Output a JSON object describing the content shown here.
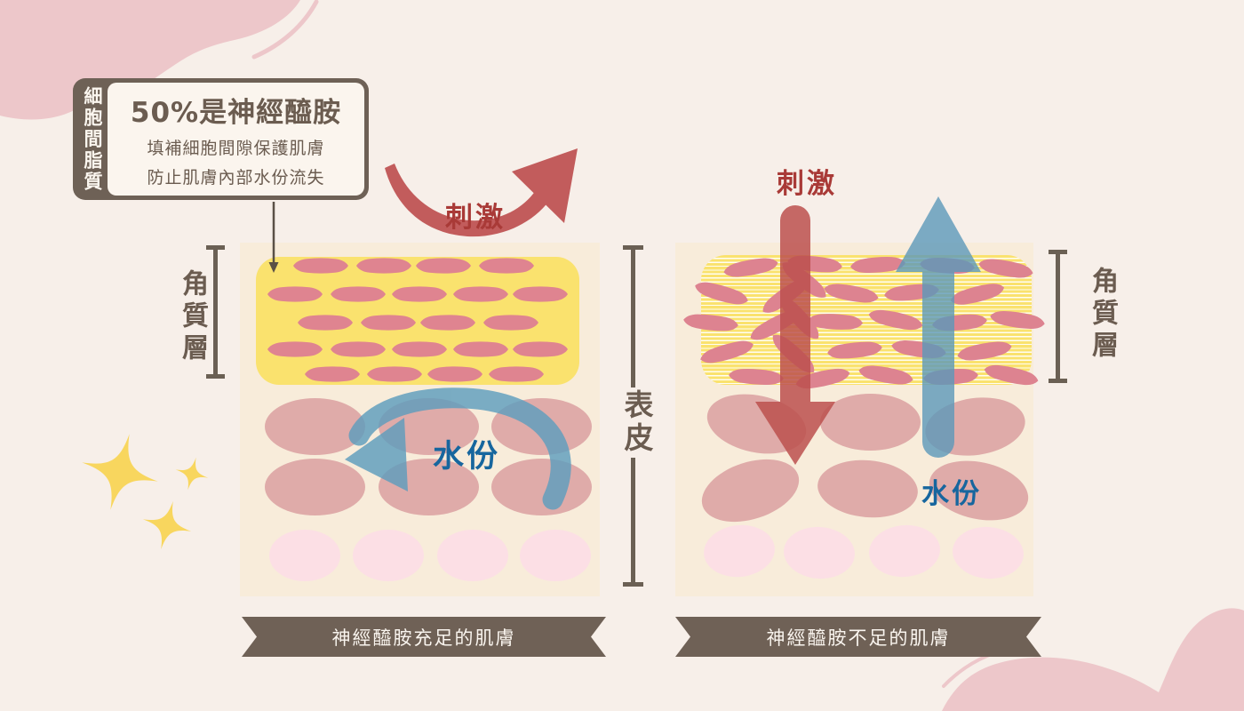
{
  "infobox": {
    "tab": "細胞間脂質",
    "title": "50%是神經醯胺",
    "desc1": "填補細胞間隙保護肌膚",
    "desc2": "防止肌膚內部水份流失"
  },
  "labels": {
    "stratum_corneum_left": "角質層",
    "stratum_corneum_right": "角質層",
    "epidermis": "表皮"
  },
  "left_panel": {
    "stimulus": "刺激",
    "moisture": "水份",
    "caption": "神經醯胺充足的肌膚"
  },
  "right_panel": {
    "stimulus": "刺激",
    "moisture": "水份",
    "caption": "神經醯胺不足的肌膚"
  },
  "colors": {
    "background": "#f7efe9",
    "panel_cream": "#f8ecda",
    "corneum_yellow": "#fae26e",
    "cell_pink": "#df8490",
    "oval_mauve": "#dfaba9",
    "oval_light_pink": "#fcdfe5",
    "stimulus_red": "#bc504d",
    "stimulus_text_red": "#a93a37",
    "moisture_blue": "#5e9dbd",
    "moisture_text_blue": "#17669e",
    "brown": "#6e6156",
    "blob_pink": "#edc7ca",
    "sparkle_yellow": "#f8d65e"
  }
}
